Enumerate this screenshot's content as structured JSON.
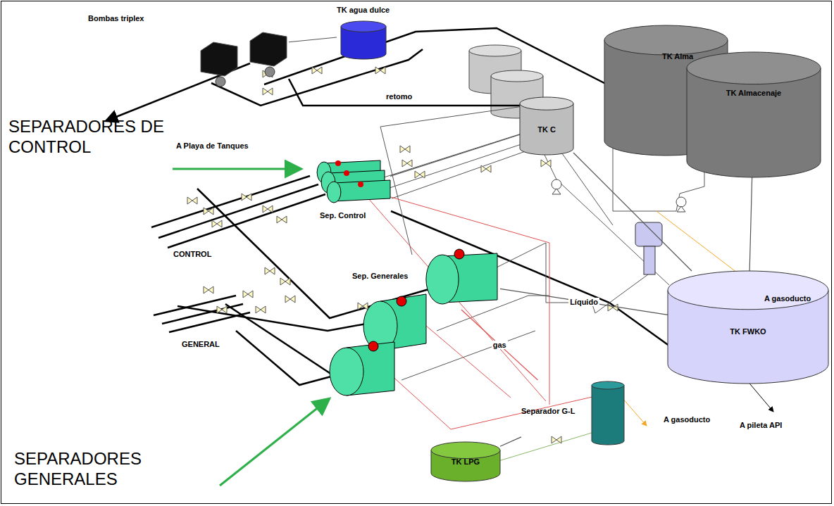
{
  "diagram": {
    "nodes": [
      {
        "text": [
          "Bombas triplex"
        ]
      },
      {
        "text": [
          "TK agua dulce"
        ]
      },
      {
        "text": [
          "TK C"
        ]
      },
      {
        "text": [
          "TK Alma"
        ]
      },
      {
        "text": [
          "TK Almacenaje"
        ]
      },
      {
        "text": [
          "Sep. Control"
        ]
      },
      {
        "text": [
          "Sep. Generales"
        ]
      },
      {
        "text": [
          "TK FWKO"
        ]
      },
      {
        "text": [
          "Separador G-L"
        ]
      },
      {
        "text": [
          "TK LPG"
        ]
      }
    ],
    "edges": [
      {
        "from": 1,
        "to": 0,
        "arrow": "none"
      },
      {
        "from": 5,
        "to": 2,
        "arrow": "none"
      },
      {
        "from": 6,
        "to": 7,
        "label": "Líquido",
        "arrow": "none"
      },
      {
        "from": 2,
        "to": 7,
        "arrow": "none"
      },
      {
        "from": 4,
        "to": 7,
        "arrow": "none"
      },
      {
        "from": 6,
        "to": 8,
        "label": "gas",
        "arrow": "none"
      },
      {
        "from": 8,
        "to": 9,
        "arrow": "none"
      }
    ],
    "labels": [
      "A Playa de Tanques",
      "retomo",
      "SEPARADORES DE CONTROL",
      "CONTROL",
      "SEPARADORES GENERALES",
      "GENERAL",
      "A gasoducto",
      "A gasoducto",
      "A pileta API"
    ]
  }
}
